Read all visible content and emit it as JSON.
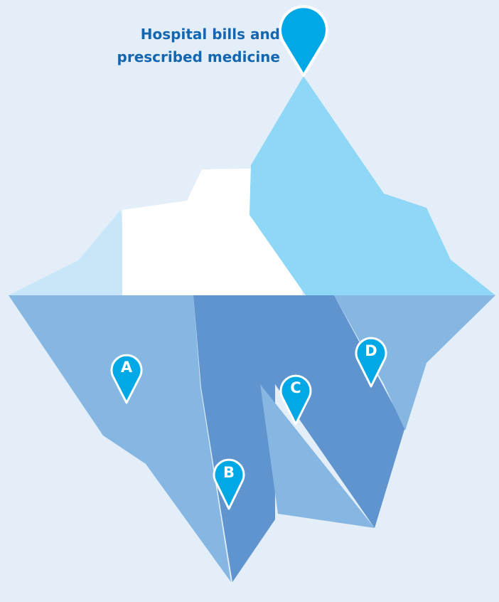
{
  "callout": {
    "title_line1": "Hospital bills and",
    "title_line2": "prescribed medicine"
  },
  "markers": [
    {
      "id": "A",
      "label": "A"
    },
    {
      "id": "B",
      "label": "B"
    },
    {
      "id": "C",
      "label": "C"
    },
    {
      "id": "D",
      "label": "D"
    }
  ],
  "colors": {
    "background": "#e3eef8",
    "title": "#1566b0",
    "pin": "#00a9e6",
    "peak_light": "#8ed7f6",
    "peak_pale": "#c7e6f8",
    "peak_white": "#ffffff",
    "water_light": "#86b7e2",
    "water_dark": "#5f94cf"
  },
  "icons": {
    "top_pin": "map-pin-icon",
    "marker_pin": "map-pin-icon"
  }
}
